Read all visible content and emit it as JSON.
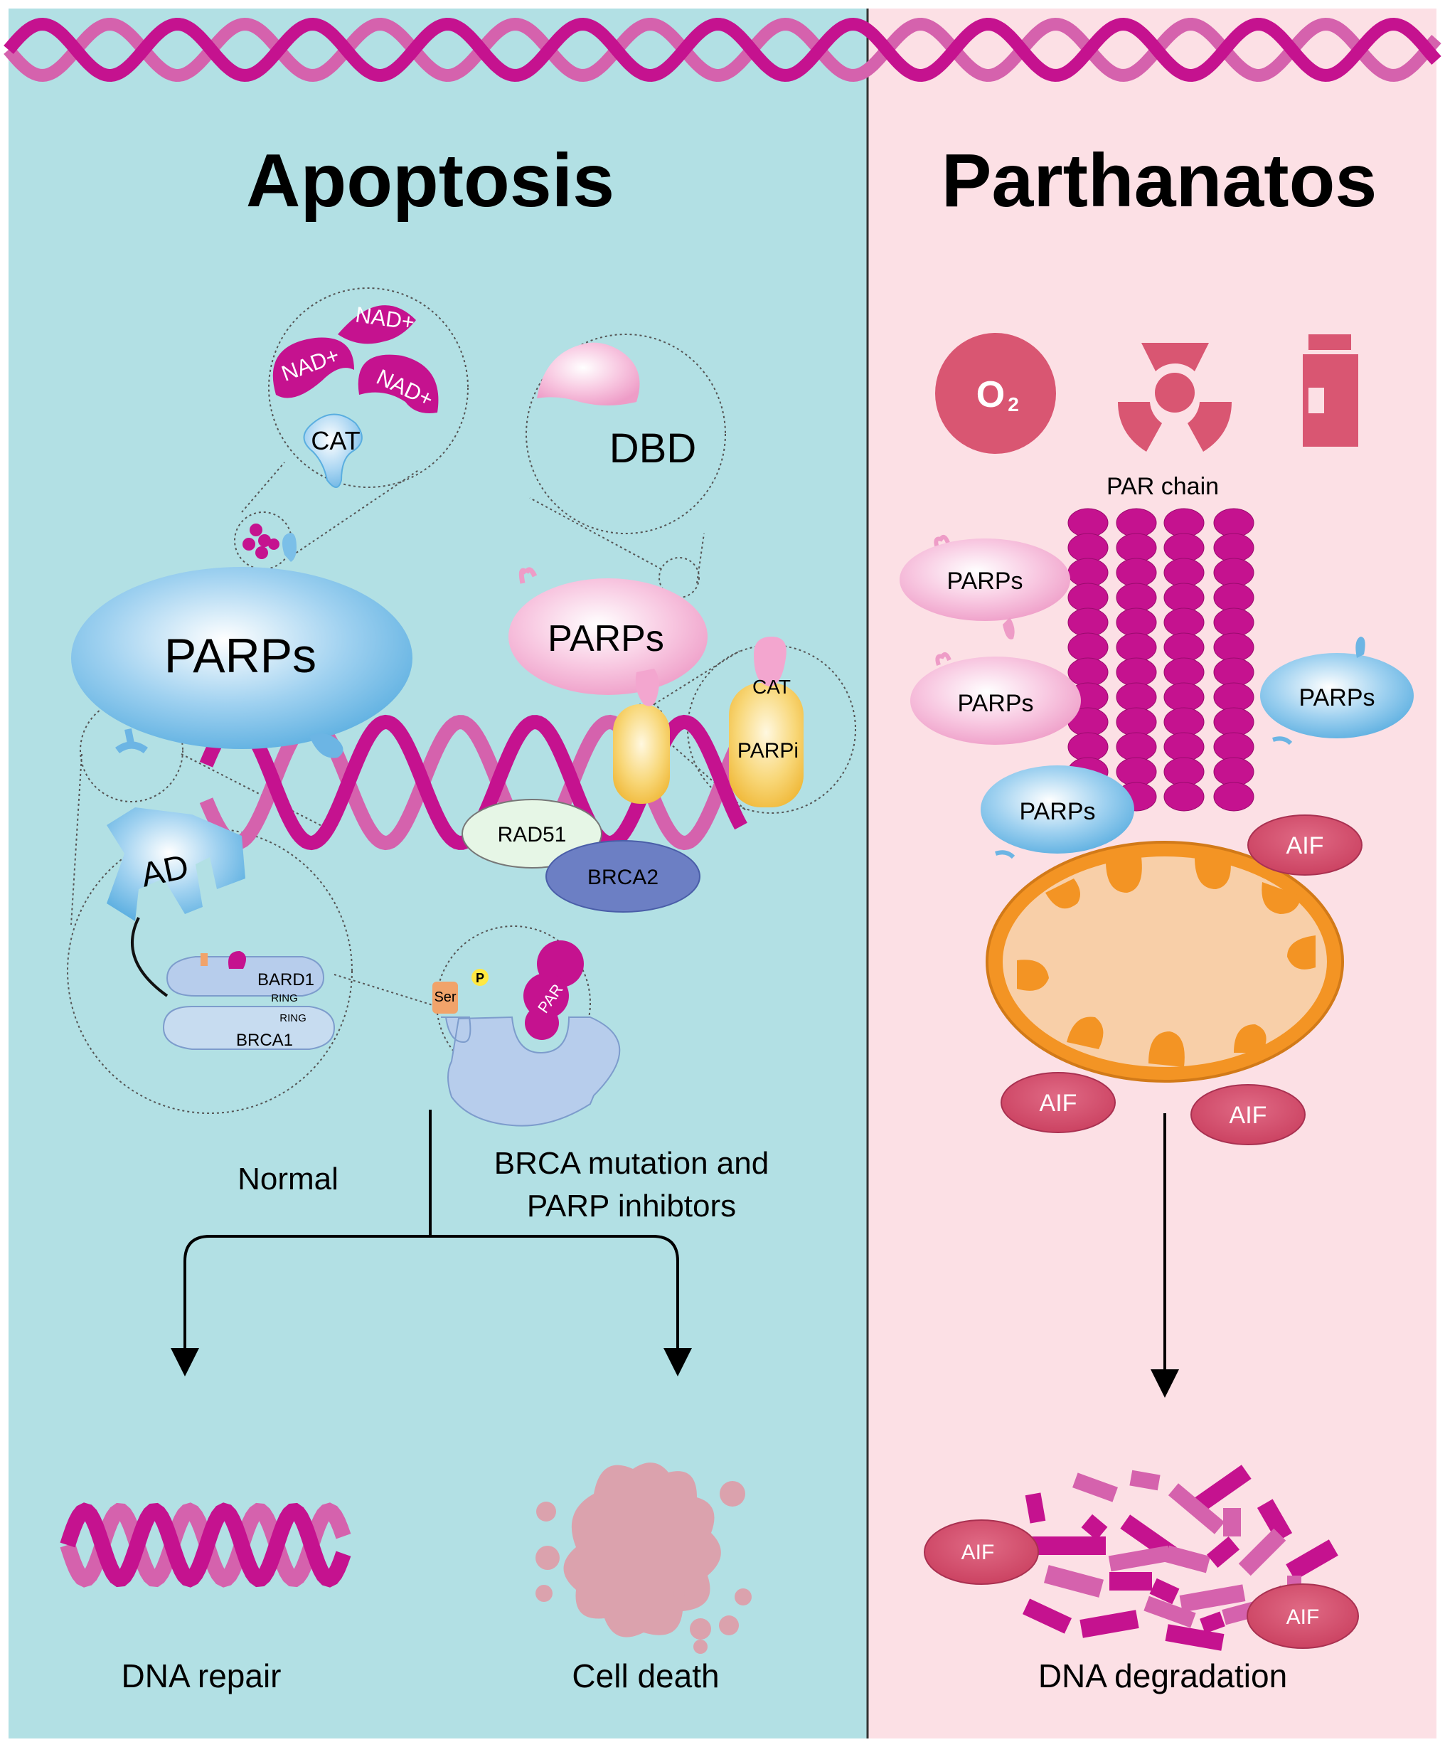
{
  "colors": {
    "apoptosis_bg": "#b2e0e4",
    "parthanatos_bg": "#fce0e5",
    "dna_dark": "#c5128f",
    "dna_light": "#d562ad",
    "parp_blue": "#8fc9ec",
    "parp_pink": "#f6c0dd",
    "aif": "#d95672",
    "mito_outer": "#f39424",
    "mito_inner": "#f8cfa8",
    "parpi_yellow": "#f7cf5f",
    "rad51": "#e6f6e6",
    "brca2": "#6c7fc4",
    "arrow": "#000000",
    "debris": "#dba2ad"
  },
  "apoptosis": {
    "title": "Apoptosis",
    "nad_labels": [
      "NAD+",
      "NAD+",
      "NAD+"
    ],
    "cat_label": "CAT",
    "dbd_label": "DBD",
    "parps_blue": "PARPs",
    "parps_pink": "PARPs",
    "cat_label_2": "CAT",
    "parpi_label": "PARPi",
    "rad51_label": "RAD51",
    "brca2_label": "BRCA2",
    "ad_label": "AD",
    "bard1_label": "BARD1",
    "ring_label_1": "RING",
    "ring_label_2": "RING",
    "brca1_label": "BRCA1",
    "ser_label": "Ser",
    "p_label": "P",
    "par_label": "PAR",
    "branch_normal": "Normal",
    "branch_brca_line1": "BRCA mutation and",
    "branch_brca_line2": "PARP inhibtors",
    "outcome_repair": "DNA repair",
    "outcome_death": "Cell death"
  },
  "parthanatos": {
    "title": "Parthanatos",
    "o2_label": "O",
    "o2_sub": "2",
    "par_chain_label": "PAR chain",
    "parps_labels": [
      "PARPs",
      "PARPs",
      "PARPs",
      "PARPs"
    ],
    "aif_labels": [
      "AIF",
      "AIF",
      "AIF",
      "AIF",
      "AIF"
    ],
    "outcome": "DNA degradation"
  }
}
